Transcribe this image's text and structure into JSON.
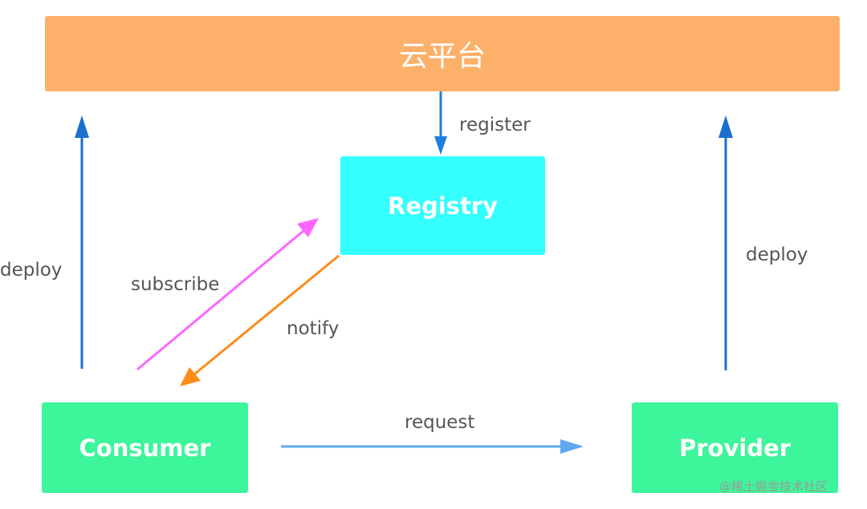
{
  "nodes": {
    "cloud": {
      "label": "云平台",
      "color": "#fdb069"
    },
    "registry": {
      "label": "Registry",
      "color": "#33ffff"
    },
    "consumer": {
      "label": "Consumer",
      "color": "#3df59b"
    },
    "provider": {
      "label": "Provider",
      "color": "#3df59b"
    }
  },
  "edges": {
    "register": {
      "label": "register",
      "color": "#1e7fe0"
    },
    "deploy_consumer": {
      "label": "deploy",
      "color": "#1b6fce"
    },
    "deploy_provider": {
      "label": "deploy",
      "color": "#1b6fce"
    },
    "subscribe": {
      "label": "subscribe",
      "color": "#ff66ff"
    },
    "notify": {
      "label": "notify",
      "color": "#ff8c1a"
    },
    "request": {
      "label": "request",
      "color": "#5ea9f0"
    }
  },
  "watermark": "@稀土掘金技术社区"
}
